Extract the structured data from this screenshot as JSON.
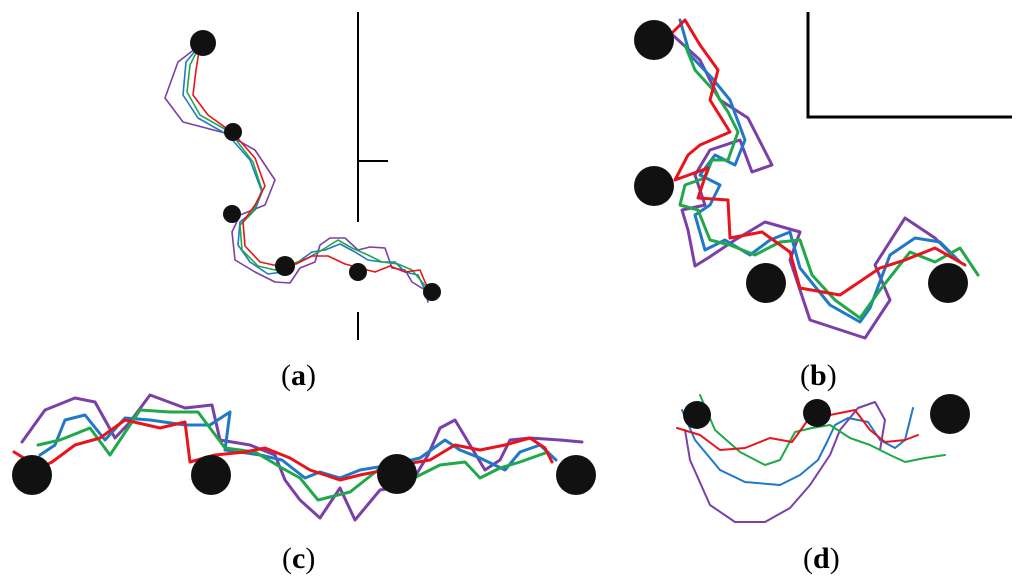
{
  "colors": {
    "purple": "#7b3fa8",
    "blue": "#1f78c8",
    "green": "#20a84a",
    "red": "#e8141c",
    "obstacle": "#111111",
    "background": "#ffffff"
  },
  "panels": [
    {
      "key": "a",
      "open": "(",
      "letter": "a",
      "close": ")"
    },
    {
      "key": "b",
      "open": "(",
      "letter": "b",
      "close": ")"
    },
    {
      "key": "c",
      "open": "(",
      "letter": "c",
      "close": ")"
    },
    {
      "key": "d",
      "open": "(",
      "letter": "d",
      "close": ")"
    }
  ],
  "trajectory_series": [
    "purple",
    "blue",
    "green",
    "red"
  ]
}
